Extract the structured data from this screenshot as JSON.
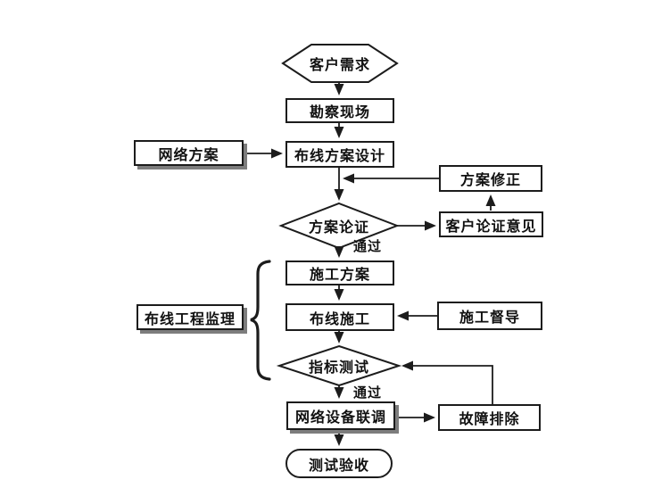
{
  "diagram": {
    "type": "flowchart",
    "language": "zh-CN",
    "nodes": {
      "customer_demand": {
        "label": "客户需求",
        "shape": "hexagon"
      },
      "site_survey": {
        "label": "勘察现场",
        "shape": "rect"
      },
      "wiring_design": {
        "label": "布线方案设计",
        "shape": "rect"
      },
      "network_plan": {
        "label": "网络方案",
        "shape": "rect-shadow"
      },
      "plan_revision": {
        "label": "方案修正",
        "shape": "rect"
      },
      "plan_review": {
        "label": "方案论证",
        "shape": "diamond"
      },
      "customer_opinion": {
        "label": "客户论证意见",
        "shape": "rect"
      },
      "construction_plan": {
        "label": "施工方案",
        "shape": "rect"
      },
      "wiring_construction": {
        "label": "布线施工",
        "shape": "rect"
      },
      "project_supervision": {
        "label": "布线工程监理",
        "shape": "rect-shadow"
      },
      "construction_supervision": {
        "label": "施工督导",
        "shape": "rect"
      },
      "index_test": {
        "label": "指标测试",
        "shape": "diamond"
      },
      "equipment_debug": {
        "label": "网络设备联调",
        "shape": "rect-shadow"
      },
      "troubleshooting": {
        "label": "故障排除",
        "shape": "rect"
      },
      "test_acceptance": {
        "label": "测试验收",
        "shape": "stadium"
      }
    },
    "edge_labels": {
      "pass_review": "通过",
      "pass_test": "通过"
    },
    "edges": [
      {
        "from": "customer_demand",
        "to": "site_survey"
      },
      {
        "from": "site_survey",
        "to": "wiring_design"
      },
      {
        "from": "network_plan",
        "to": "wiring_design"
      },
      {
        "from": "wiring_design",
        "to": "plan_review"
      },
      {
        "from": "plan_revision",
        "to": "wiring_design"
      },
      {
        "from": "plan_review",
        "to": "customer_opinion"
      },
      {
        "from": "customer_opinion",
        "to": "plan_revision"
      },
      {
        "from": "plan_review",
        "to": "construction_plan",
        "label": "通过"
      },
      {
        "from": "construction_plan",
        "to": "wiring_construction"
      },
      {
        "from": "construction_supervision",
        "to": "wiring_construction"
      },
      {
        "from": "wiring_construction",
        "to": "index_test"
      },
      {
        "from": "index_test",
        "to": "equipment_debug",
        "label": "通过"
      },
      {
        "from": "equipment_debug",
        "to": "troubleshooting"
      },
      {
        "from": "troubleshooting",
        "to": "index_test"
      },
      {
        "from": "equipment_debug",
        "to": "test_acceptance"
      },
      {
        "brace": "project_supervision covers construction_plan, wiring_construction, index_test"
      }
    ],
    "colors": {
      "background": "#ffffff",
      "line": "#1c1c1c",
      "box_border": "#1c1c1c",
      "box_fill": "#ffffff",
      "shadow": "#7d7d7d",
      "text": "#111111"
    }
  }
}
